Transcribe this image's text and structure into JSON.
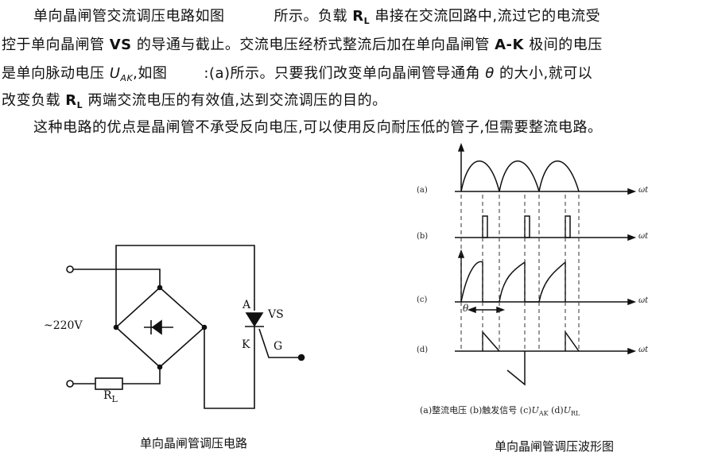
{
  "text": {
    "p1_l1a": "单向晶闸管交流调压电路如图",
    "p1_l1b": "所示。负载",
    "p1_l1c": "R",
    "p1_l1c_sub": "L",
    "p1_l1d": "串接在交流回路中,流过它的电流受",
    "p1_l2a": "控于单向晶闸管",
    "p1_l2b": "VS",
    "p1_l2c": "的导通与截止。交流电压经桥式整流后加在单向晶闸管",
    "p1_l2d": "A-K",
    "p1_l2e": "极间的电压",
    "p1_l3a": "是单向脉动电压",
    "p1_l3b": "U",
    "p1_l3b_sub": "AK",
    "p1_l3c": ",如图",
    "p1_l3d": ":(a)所示。只要我们改变单向晶闸管导通角",
    "p1_l3e": "θ",
    "p1_l3f": "的大小,就可以",
    "p1_l4a": "改变负载",
    "p1_l4b": "R",
    "p1_l4b_sub": "L",
    "p1_l4c": "两端交流电压的有效值,达到交流调压的目的。",
    "p2": "这种电路的优点是晶闸管不承受反向电压,可以使用反向耐压低的管子,但需要整流电路。"
  },
  "circuit": {
    "source_label": "~220V",
    "load_label": "R",
    "load_label_sub": "L",
    "anode_label": "A",
    "cathode_label": "K",
    "device_label": "VS",
    "gate_label": "G",
    "caption": "单向晶闸管调压电路"
  },
  "waveform": {
    "row_labels": [
      "(a)",
      "(b)",
      "(c)",
      "(d)"
    ],
    "axis_label": "ωt",
    "theta_label": "θ",
    "legend_a": "(a)整流电压",
    "legend_b": "(b)触发信号",
    "legend_c": "(c)",
    "legend_c_u": "U",
    "legend_c_sub": "AK",
    "legend_d": "(d)",
    "legend_d_u": "U",
    "legend_d_sub": "RL",
    "caption": "单向晶闸管调压波形图"
  }
}
